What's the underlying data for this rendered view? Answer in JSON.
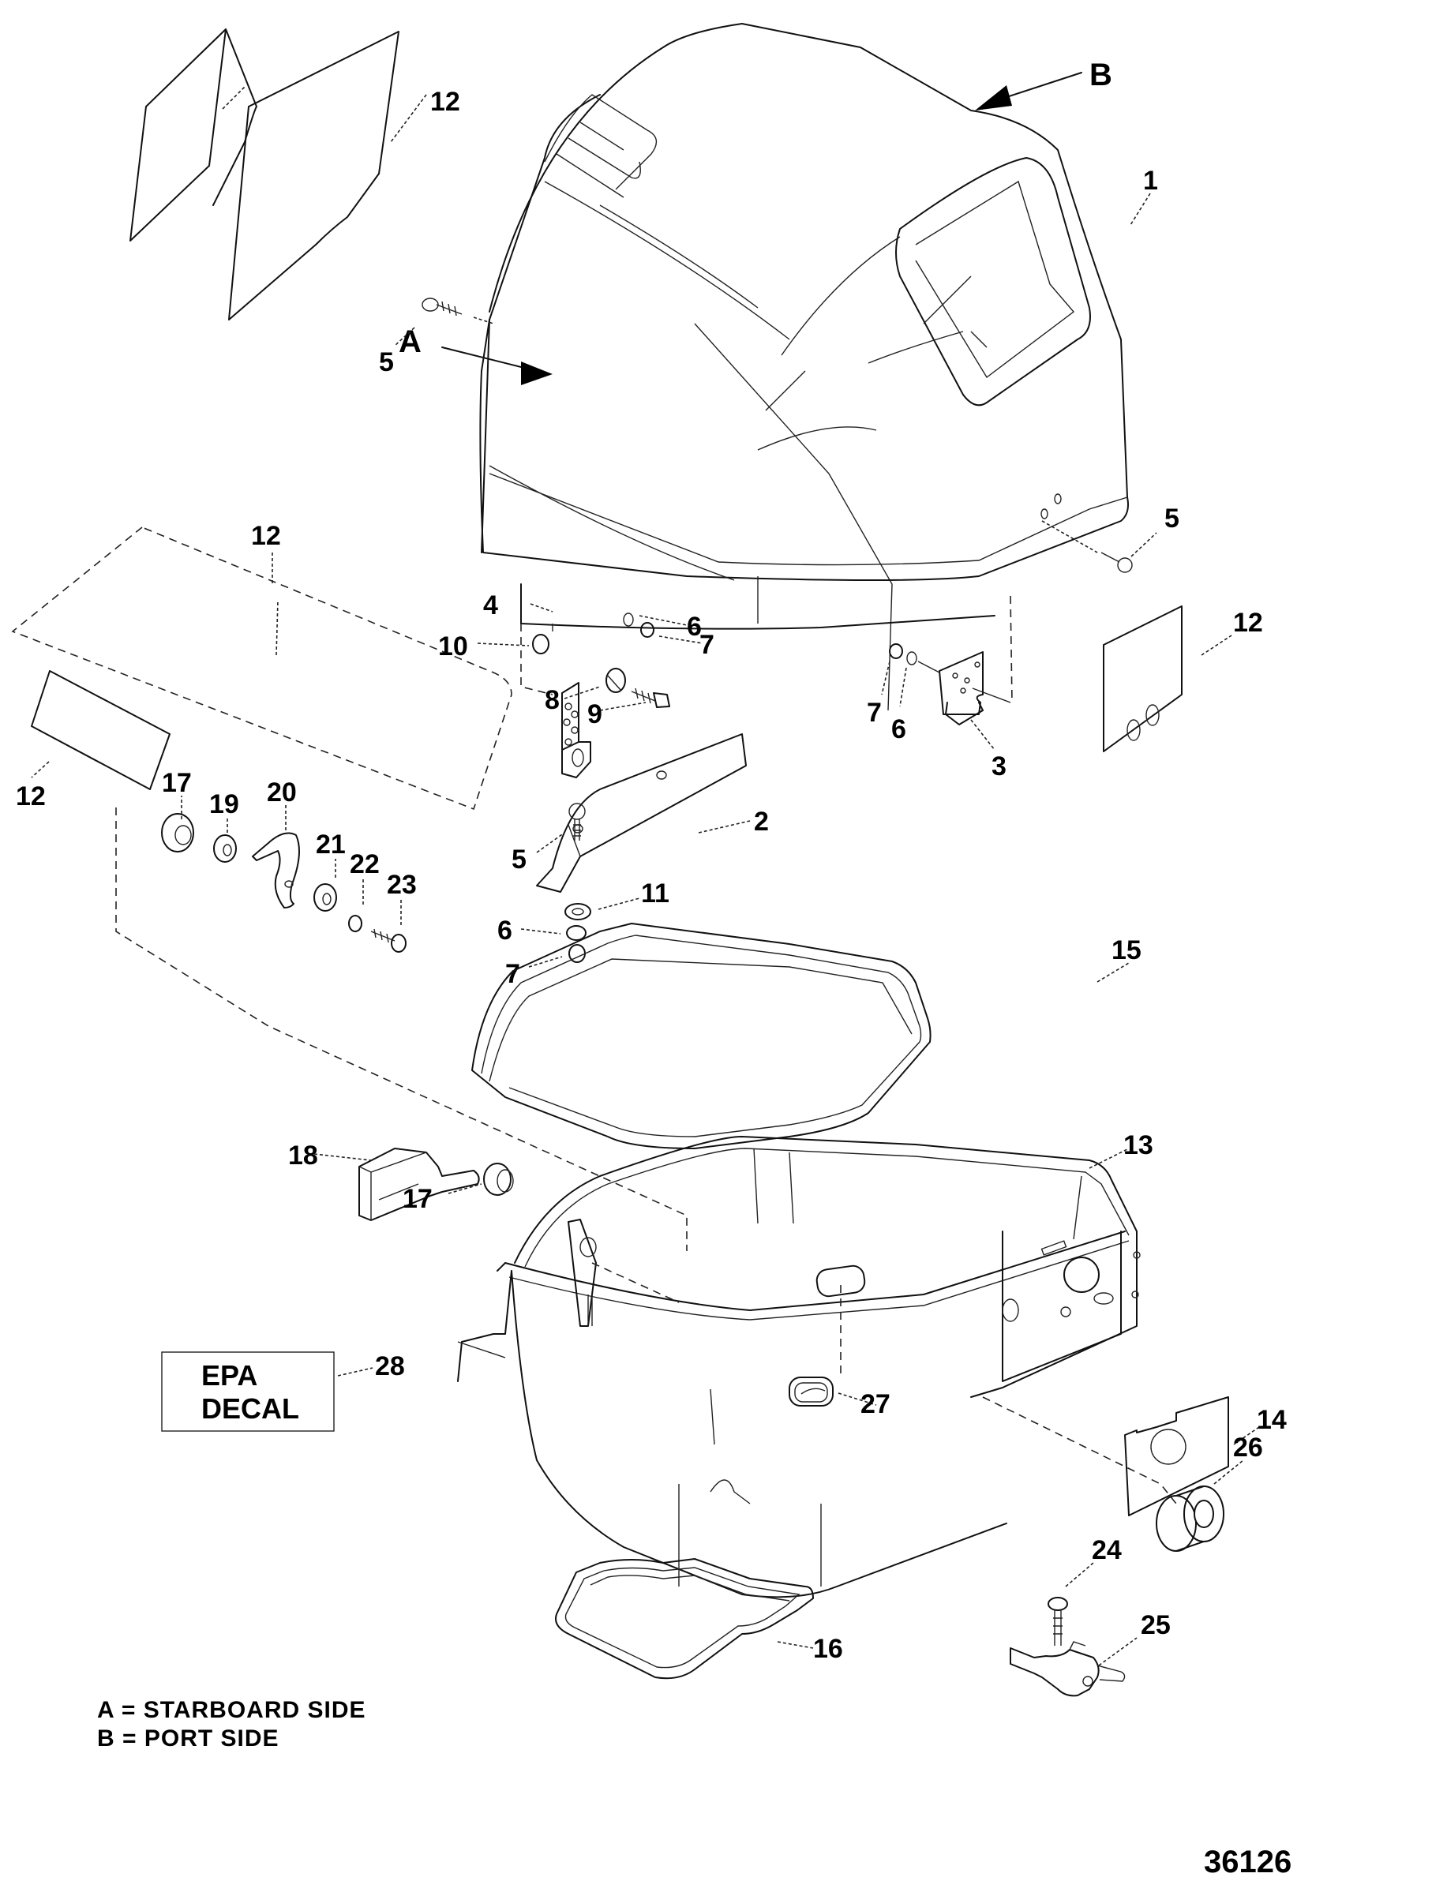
{
  "diagram": {
    "title": "Outboard cowling exploded parts view",
    "figure_number": "36126",
    "view_markers": [
      {
        "id": "A",
        "label": "A"
      },
      {
        "id": "B",
        "label": "B"
      }
    ],
    "legend": [
      {
        "key": "A",
        "text": "A = STARBOARD SIDE"
      },
      {
        "key": "B",
        "text": "B = PORT SIDE"
      }
    ],
    "epa_decal": {
      "line1": "EPA",
      "line2": "DECAL",
      "callout": "28"
    },
    "callouts": {
      "c1": "1",
      "c2": "2",
      "c3": "3",
      "c4": "4",
      "c5a": "5",
      "c5b": "5",
      "c5c": "5",
      "c6a": "6",
      "c6b": "6",
      "c6c": "6",
      "c7a": "7",
      "c7b": "7",
      "c7c": "7",
      "c8": "8",
      "c9": "9",
      "c10": "10",
      "c11": "11",
      "c12a": "12",
      "c12b": "12",
      "c12c": "12",
      "c12d": "12",
      "c13": "13",
      "c14": "14",
      "c15": "15",
      "c16": "16",
      "c17a": "17",
      "c17b": "17",
      "c18": "18",
      "c19": "19",
      "c20": "20",
      "c21": "21",
      "c22": "22",
      "c23": "23",
      "c24": "24",
      "c25": "25",
      "c26": "26",
      "c27": "27"
    },
    "parts": [
      {
        "ref": "1",
        "name": "top-cowl"
      },
      {
        "ref": "2",
        "name": "latch-bracket"
      },
      {
        "ref": "3",
        "name": "hinge-bracket-right"
      },
      {
        "ref": "4",
        "name": "hinge-bracket-left"
      },
      {
        "ref": "5",
        "name": "screw"
      },
      {
        "ref": "6",
        "name": "washer"
      },
      {
        "ref": "7",
        "name": "nut"
      },
      {
        "ref": "8",
        "name": "bushing"
      },
      {
        "ref": "9",
        "name": "bolt"
      },
      {
        "ref": "10",
        "name": "nut"
      },
      {
        "ref": "11",
        "name": "washer"
      },
      {
        "ref": "12",
        "name": "decal"
      },
      {
        "ref": "13",
        "name": "bottom-cowl"
      },
      {
        "ref": "14",
        "name": "plate"
      },
      {
        "ref": "15",
        "name": "seal"
      },
      {
        "ref": "16",
        "name": "seal"
      },
      {
        "ref": "17",
        "name": "bushing"
      },
      {
        "ref": "18",
        "name": "latch-handle"
      },
      {
        "ref": "19",
        "name": "washer"
      },
      {
        "ref": "20",
        "name": "latch-hook"
      },
      {
        "ref": "21",
        "name": "washer"
      },
      {
        "ref": "22",
        "name": "lockwasher"
      },
      {
        "ref": "23",
        "name": "screw"
      },
      {
        "ref": "24",
        "name": "screw"
      },
      {
        "ref": "25",
        "name": "fuel-connector"
      },
      {
        "ref": "26",
        "name": "grommet"
      },
      {
        "ref": "27",
        "name": "grommet"
      },
      {
        "ref": "28",
        "name": "epa-decal"
      }
    ]
  }
}
